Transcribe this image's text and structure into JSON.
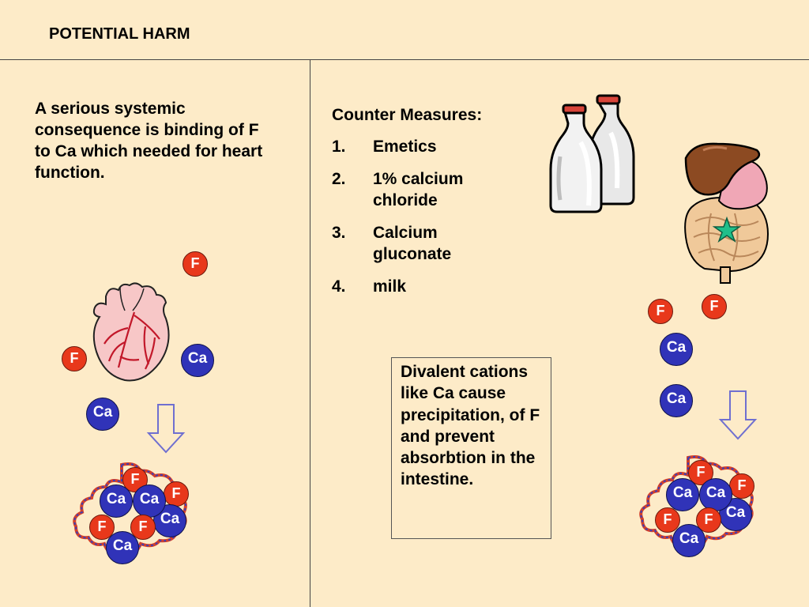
{
  "title": "POTENTIAL HARM",
  "left_text": "A serious systemic consequence is binding of F to Ca which needed for heart function.",
  "counter_measures": {
    "title": "Counter Measures:",
    "items": [
      {
        "num": "1.",
        "text": "Emetics"
      },
      {
        "num": "2.",
        "text": "1% calcium chloride"
      },
      {
        "num": "3.",
        "text": "Calcium gluconate"
      },
      {
        "num": "4.",
        "text": "milk"
      }
    ]
  },
  "box_text": "Divalent cations like Ca cause precipitation, of F and prevent absorbtion in the intestine.",
  "ions": {
    "f": "F",
    "ca": "Ca"
  },
  "colors": {
    "background": "#fdebc8",
    "fluoride": "#e8381b",
    "calcium": "#3033b8",
    "arrow": "#6f6fd0"
  }
}
